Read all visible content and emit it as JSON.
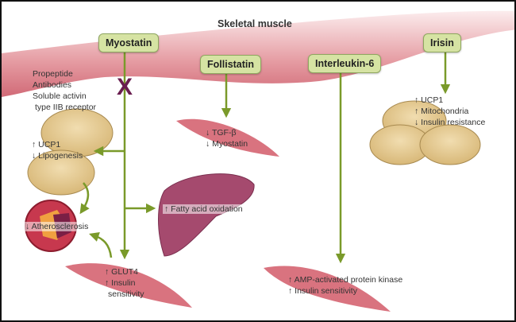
{
  "title": "Skeletal muscle",
  "colors": {
    "arrow": "#7a9a2a",
    "box_fill": "#d6e3a3",
    "inhibit_x": "#6a1d4f",
    "muscle": "#d9737f",
    "fat": "#e6cf9a",
    "liver": "#a54a6e"
  },
  "myokines": [
    {
      "id": "myostatin",
      "label": "Myostatin"
    },
    {
      "id": "follistatin",
      "label": "Follistatin"
    },
    {
      "id": "interleukin6",
      "label": "Interleukin-6"
    },
    {
      "id": "irisin",
      "label": "Irisin"
    }
  ],
  "inhibitors": {
    "symbol": "X",
    "lines": [
      "Propeptide",
      "Antibodies",
      "Soluble activin",
      "type IIB receptor"
    ]
  },
  "myostatin_effects": {
    "adipose": [
      "↑ UCP1",
      "↓ Lipogenesis"
    ],
    "vessel": "↓ Atherosclerosis",
    "liver": "↑ Fatty acid oxidation",
    "muscle": [
      "↑ GLUT4",
      "↑ Insulin",
      "sensitivity"
    ]
  },
  "follistatin_effects": [
    "↓ TGF-β",
    "↓ Myostatin"
  ],
  "il6_effects": [
    "↑ AMP-activated protein kinase",
    "↑ Insulin sensitivity"
  ],
  "irisin_effects": [
    "↑ UCP1",
    "↑ Mitochondria",
    "↓ Insulin resistance"
  ]
}
